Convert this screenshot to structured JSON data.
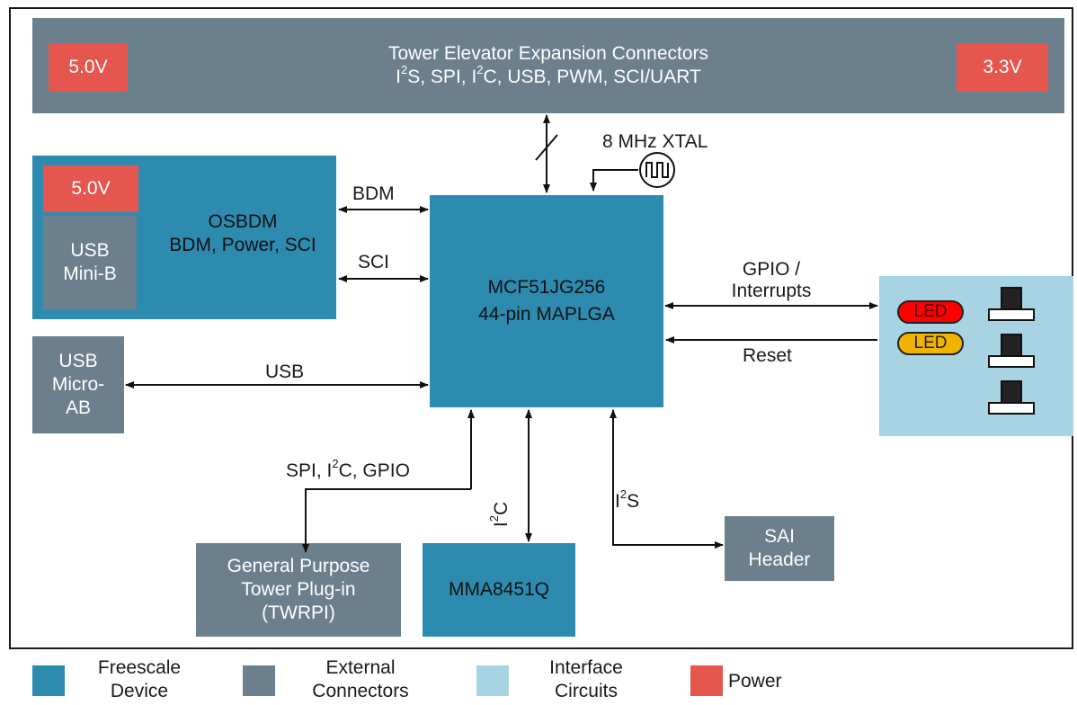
{
  "elevator": {
    "title": "Tower Elevator Expansion Connectors",
    "line2_parts": [
      "I",
      "2",
      "S, SPI, I",
      "2",
      "C, USB, PWM, SCI/UART"
    ],
    "power_left": "5.0V",
    "power_right": "3.3V"
  },
  "xtal": {
    "label": "8 MHz XTAL"
  },
  "osbdm": {
    "power": "5.0V",
    "usb_label": "USB Mini-B",
    "title": "OSBDM",
    "subtitle": "BDM, Power, SCI"
  },
  "mcu": {
    "line1": "MCF51JG256",
    "line2": "44-pin MAPLGA"
  },
  "usb_micro": {
    "label": "USB Micro-AB"
  },
  "signals": {
    "bdm": "BDM",
    "sci": "SCI",
    "usb": "USB",
    "gpio_interrupts": "GPIO / Interrupts",
    "reset": "Reset",
    "spi_gpio_parts": [
      "SPI, I",
      "2",
      "C, GPIO"
    ],
    "i2c_parts": [
      "I",
      "2",
      "C"
    ],
    "i2s_parts": [
      "I",
      "2",
      "S"
    ]
  },
  "interface": {
    "led1": "LED",
    "led2": "LED",
    "led1_color": "#ff0000",
    "led2_color": "#f0b400"
  },
  "twrpi": {
    "label": "General Purpose Tower Plug-in (TWRPI)"
  },
  "accel": {
    "label": "MMA8451Q"
  },
  "sai": {
    "label": "SAI Header"
  },
  "legend": {
    "items": [
      {
        "label": "Freescale Device",
        "color": "#2e8bb0"
      },
      {
        "label": "External Connectors",
        "color": "#6b7f8c"
      },
      {
        "label": "Interface Circuits",
        "color": "#a8d3e3"
      },
      {
        "label": "Power",
        "color": "#e5564f"
      }
    ]
  }
}
